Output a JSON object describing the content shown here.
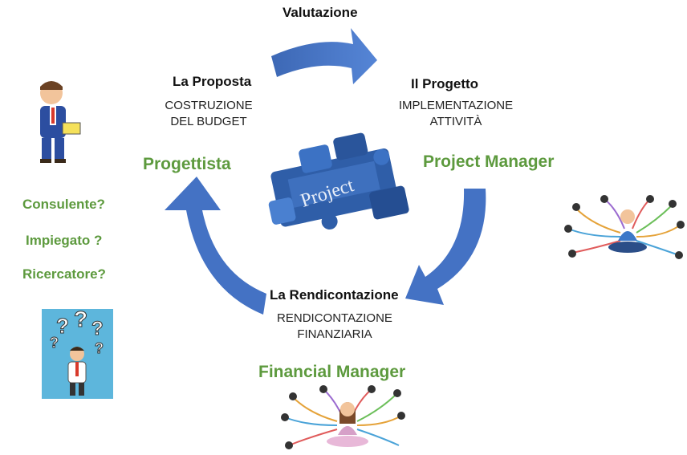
{
  "stages": {
    "valutazione": {
      "title": "Valutazione"
    },
    "proposta": {
      "title": "La Proposta",
      "line1": "COSTRUZIONE",
      "line2": "DEL BUDGET"
    },
    "progetto": {
      "title": "Il Progetto",
      "line1": "IMPLEMENTAZIONE",
      "line2": "ATTIVITÀ"
    },
    "rendicontazione": {
      "title": "La Rendicontazione",
      "line1": "RENDICONTAZIONE",
      "line2": "FINANZIARIA"
    }
  },
  "roles": {
    "progettista": "Progettista",
    "project_manager": "Project Manager",
    "financial_manager": "Financial Manager"
  },
  "questions": [
    "Consulente?",
    "Impiegato ?",
    "Ricercatore?"
  ],
  "puzzle_word": "Project",
  "colors": {
    "arrow": "#4472c4",
    "role_green": "#5d9a3e",
    "puzzle_blue": "#2f5ea8"
  }
}
